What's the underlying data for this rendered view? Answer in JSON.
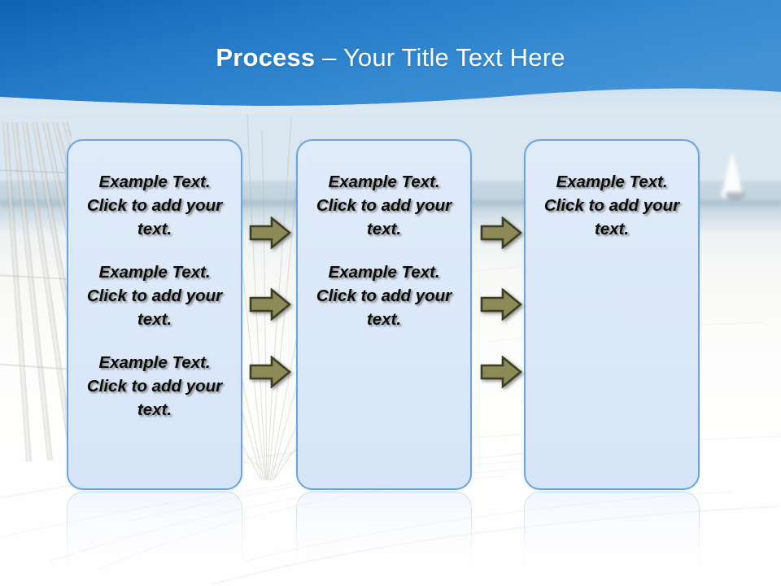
{
  "slide": {
    "title_strong": "Process",
    "title_rest": " – Your Title Text Here",
    "background_theme": "beach-sand-sea",
    "colors": {
      "header_blue_dark": "#1668b8",
      "header_blue_light": "#3e93d6",
      "box_border": "#6aa6dd",
      "box_fill": "#dce9f7",
      "arrow_fill": "#8c8b58",
      "arrow_outline": "#3d3d22",
      "title_text": "#ffffff",
      "body_text": "#0b0b0b"
    }
  },
  "boxes": [
    {
      "name": "process-box-1",
      "paragraphs": [
        "Example Text. Click  to add your text.",
        "Example Text. Click  to add your text.",
        "Example Text. Click  to add your text."
      ]
    },
    {
      "name": "process-box-2",
      "paragraphs": [
        "Example Text. Click  to add your text.",
        "Example Text. Click  to add your text."
      ]
    },
    {
      "name": "process-box-3",
      "paragraphs": [
        "Example Text. Click  to add your text."
      ]
    }
  ],
  "arrows": {
    "icon": "right-arrow-icon",
    "column_1_count": 3,
    "column_2_count": 3,
    "total": 6
  },
  "decorations": {
    "sailboat": "sailboat-icon",
    "fence": "beach-fence-photo",
    "grass": "sea-grass-photo"
  }
}
